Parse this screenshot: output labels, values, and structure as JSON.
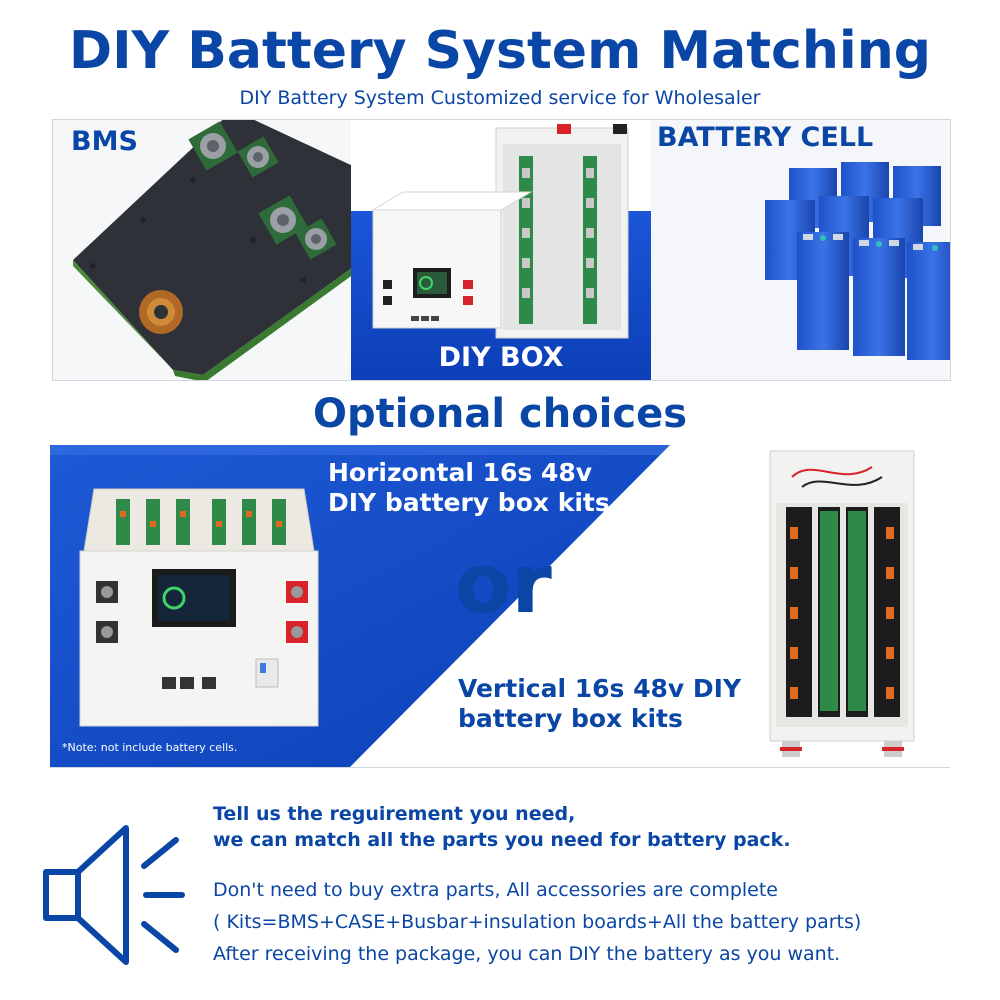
{
  "header": {
    "title": "DIY Battery System Matching",
    "subtitle": "DIY Battery System Customized service for Wholesaler"
  },
  "products": {
    "bms_label": "BMS",
    "box_label": "DIY BOX",
    "cell_label": "BATTERY CELL"
  },
  "optional": {
    "heading": "Optional choices",
    "horizontal_line1": "Horizontal 16s 48v",
    "horizontal_line2": "DIY battery box kits",
    "or_text": "or",
    "vertical_line1": "Vertical 16s 48v DIY",
    "vertical_line2": "battery box kits",
    "note": "*Note: not include battery cells."
  },
  "footer": {
    "bold_line1": "Tell us the reguirement you need,",
    "bold_line2": "we can match all the parts you need for battery pack.",
    "line1": "Don't need to buy extra parts, All accessories are complete",
    "line2": "( Kits=BMS+CASE+Busbar+insulation boards+All the battery parts)",
    "line3": "After receiving the package, you can DIY the battery as you want."
  },
  "colors": {
    "brand_blue": "#0a46a5",
    "panel_blue": "#1b56d8",
    "terminal_red": "#d8232a"
  },
  "icons": [
    "megaphone-icon"
  ]
}
